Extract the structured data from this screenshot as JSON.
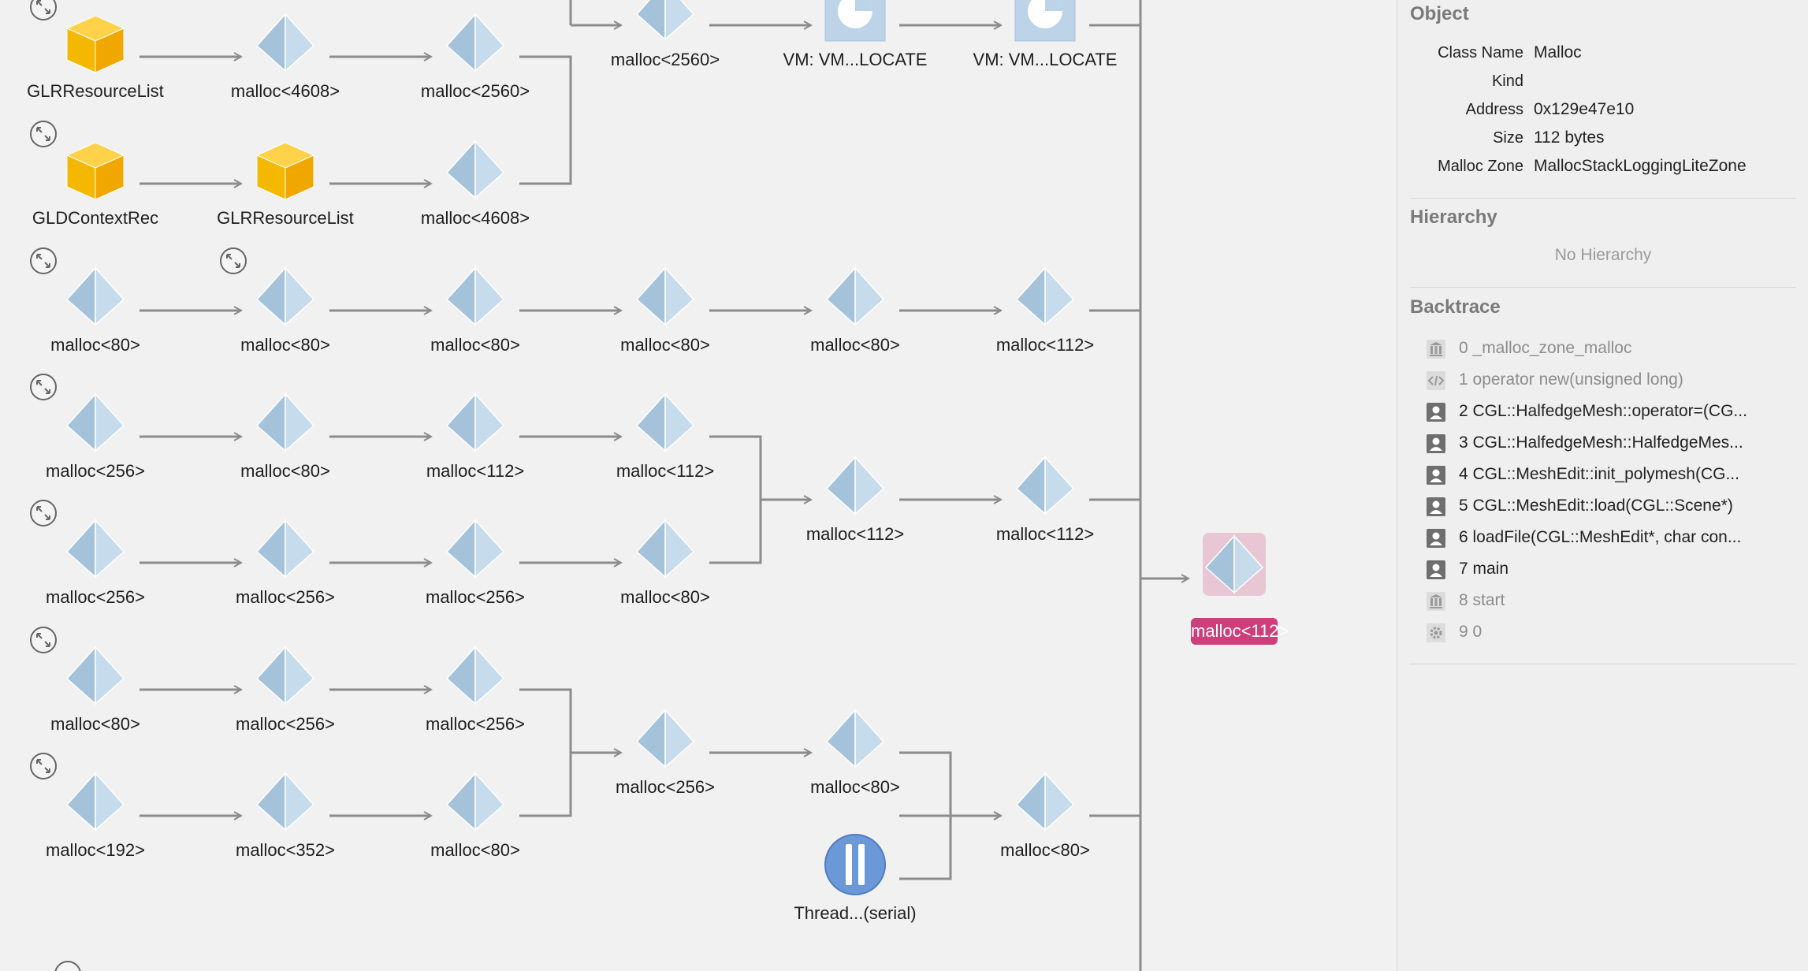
{
  "graph": {
    "nodes": [
      {
        "id": "n1",
        "label": "GLRResourceList",
        "icon": "cube-icon",
        "expand": true
      },
      {
        "id": "n2",
        "label": "malloc<4608>",
        "icon": "pyramid-icon"
      },
      {
        "id": "n3",
        "label": "malloc<2560>",
        "icon": "pyramid-icon"
      },
      {
        "id": "n4",
        "label": "GLDContextRec",
        "icon": "cube-icon",
        "expand": true
      },
      {
        "id": "n5",
        "label": "GLRResourceList",
        "icon": "cube-icon"
      },
      {
        "id": "n6",
        "label": "malloc<4608>",
        "icon": "pyramid-icon"
      },
      {
        "id": "n7",
        "label": "malloc<2560>",
        "icon": "pyramid-icon"
      },
      {
        "id": "n8",
        "label": "VM: VM...LOCATE",
        "icon": "vm-region-icon"
      },
      {
        "id": "n9",
        "label": "VM: VM...LOCATE",
        "icon": "vm-region-icon"
      },
      {
        "id": "r3a",
        "label": "malloc<80>",
        "icon": "pyramid-icon",
        "expand": true
      },
      {
        "id": "r3b",
        "label": "malloc<80>",
        "icon": "pyramid-icon",
        "expand": true
      },
      {
        "id": "r3c",
        "label": "malloc<80>",
        "icon": "pyramid-icon"
      },
      {
        "id": "r3d",
        "label": "malloc<80>",
        "icon": "pyramid-icon"
      },
      {
        "id": "r3e",
        "label": "malloc<80>",
        "icon": "pyramid-icon"
      },
      {
        "id": "r3f",
        "label": "malloc<112>",
        "icon": "pyramid-icon"
      },
      {
        "id": "r4a",
        "label": "malloc<256>",
        "icon": "pyramid-icon",
        "expand": true
      },
      {
        "id": "r4b",
        "label": "malloc<80>",
        "icon": "pyramid-icon"
      },
      {
        "id": "r4c",
        "label": "malloc<112>",
        "icon": "pyramid-icon"
      },
      {
        "id": "r4d",
        "label": "malloc<112>",
        "icon": "pyramid-icon"
      },
      {
        "id": "m1",
        "label": "malloc<112>",
        "icon": "pyramid-icon"
      },
      {
        "id": "m2",
        "label": "malloc<112>",
        "icon": "pyramid-icon"
      },
      {
        "id": "r5a",
        "label": "malloc<256>",
        "icon": "pyramid-icon",
        "expand": true
      },
      {
        "id": "r5b",
        "label": "malloc<256>",
        "icon": "pyramid-icon"
      },
      {
        "id": "r5c",
        "label": "malloc<256>",
        "icon": "pyramid-icon"
      },
      {
        "id": "r5d",
        "label": "malloc<80>",
        "icon": "pyramid-icon"
      },
      {
        "id": "r6a",
        "label": "malloc<80>",
        "icon": "pyramid-icon",
        "expand": true
      },
      {
        "id": "r6b",
        "label": "malloc<256>",
        "icon": "pyramid-icon"
      },
      {
        "id": "r6c",
        "label": "malloc<256>",
        "icon": "pyramid-icon"
      },
      {
        "id": "r6d",
        "label": "malloc<256>",
        "icon": "pyramid-icon"
      },
      {
        "id": "r6e",
        "label": "malloc<80>",
        "icon": "pyramid-icon"
      },
      {
        "id": "r7a",
        "label": "malloc<192>",
        "icon": "pyramid-icon",
        "expand": true
      },
      {
        "id": "r7b",
        "label": "malloc<352>",
        "icon": "pyramid-icon"
      },
      {
        "id": "r7c",
        "label": "malloc<80>",
        "icon": "pyramid-icon"
      },
      {
        "id": "r7f",
        "label": "malloc<80>",
        "icon": "pyramid-icon"
      },
      {
        "id": "t1",
        "label": "Thread...(serial)",
        "icon": "thread-icon"
      },
      {
        "id": "sel",
        "label": "malloc<112>",
        "icon": "pyramid-icon",
        "selected": true
      }
    ]
  },
  "inspector": {
    "object": {
      "title": "Object",
      "rows": [
        {
          "key": "Class Name",
          "value": "Malloc"
        },
        {
          "key": "Kind",
          "value": ""
        },
        {
          "key": "Address",
          "value": "0x129e47e10"
        },
        {
          "key": "Size",
          "value": "112 bytes"
        },
        {
          "key": "Malloc Zone",
          "value": "MallocStackLoggingLiteZone"
        }
      ]
    },
    "hierarchy": {
      "title": "Hierarchy",
      "empty_text": "No Hierarchy"
    },
    "backtrace": {
      "title": "Backtrace",
      "frames": [
        {
          "text": "0 _malloc_zone_malloc",
          "icon": "library-icon",
          "dim": true
        },
        {
          "text": "1 operator new(unsigned long)",
          "icon": "code-icon",
          "dim": true
        },
        {
          "text": "2 CGL::HalfedgeMesh::operator=(CG...",
          "icon": "user-frame-icon",
          "dim": false
        },
        {
          "text": "3 CGL::HalfedgeMesh::HalfedgeMes...",
          "icon": "user-frame-icon",
          "dim": false
        },
        {
          "text": "4 CGL::MeshEdit::init_polymesh(CG...",
          "icon": "user-frame-icon",
          "dim": false
        },
        {
          "text": "5 CGL::MeshEdit::load(CGL::Scene*)",
          "icon": "user-frame-icon",
          "dim": false
        },
        {
          "text": "6 loadFile(CGL::MeshEdit*, char con...",
          "icon": "user-frame-icon",
          "dim": false
        },
        {
          "text": "7 main",
          "icon": "user-frame-icon",
          "dim": false
        },
        {
          "text": "8 start",
          "icon": "library-icon",
          "dim": true
        },
        {
          "text": "9 0",
          "icon": "gear-icon",
          "dim": true
        }
      ]
    }
  },
  "colors": {
    "pyramid_light": "#c6dcec",
    "pyramid_dark": "#a4c2da",
    "cube": "#f5b800",
    "edge": "#8c8c8c",
    "selected_bg": "#e9c6d3",
    "selected_label": "#cc3f7a",
    "thread": "#6b98d6"
  }
}
